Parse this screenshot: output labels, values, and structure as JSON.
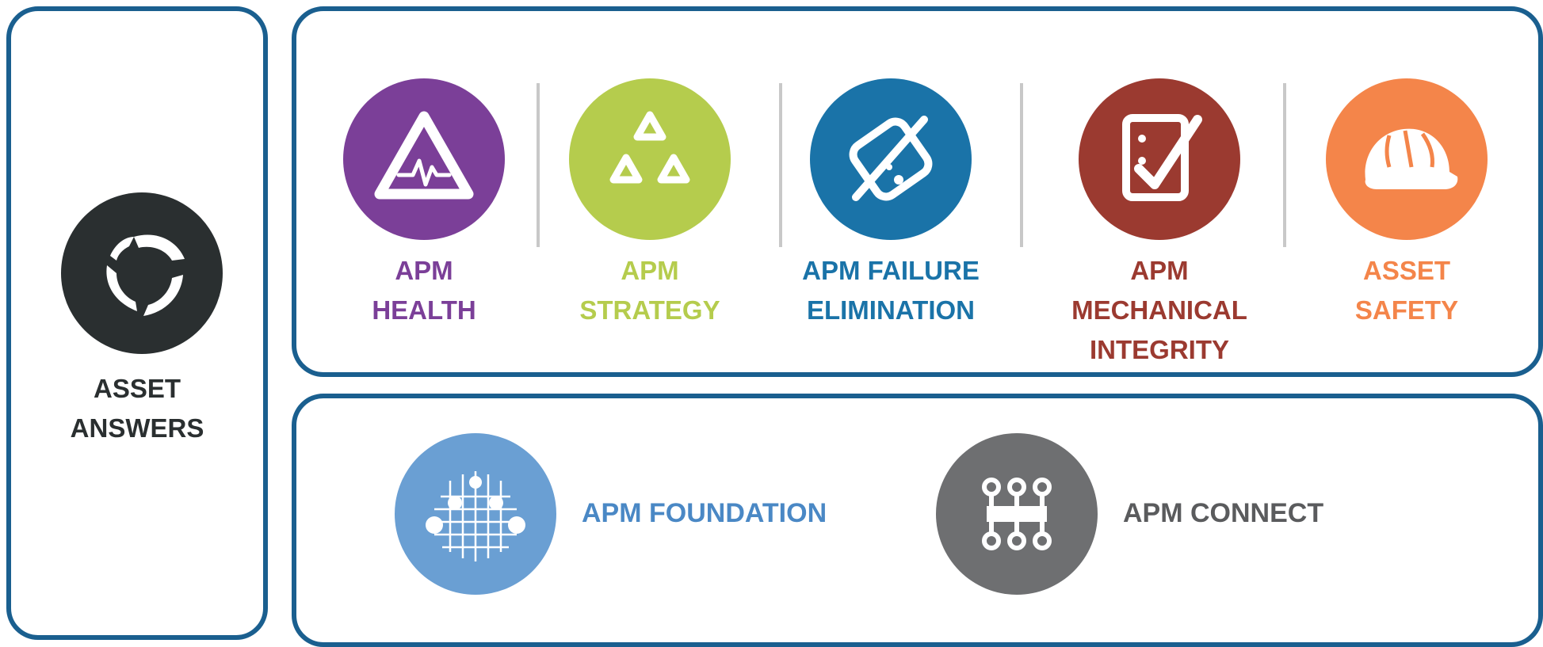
{
  "asset_answers": {
    "label": "ASSET\nANSWERS",
    "color": "#2a2f30",
    "icon": "cycle-arrows-icon"
  },
  "modules": [
    {
      "label": "APM\nHEALTH",
      "color": "#7b3f98",
      "icon": "warning-heartbeat-icon"
    },
    {
      "label": "APM\nSTRATEGY",
      "color": "#b5cc4d",
      "icon": "triangles-icon"
    },
    {
      "label": "APM FAILURE\nELIMINATION",
      "color": "#1a73a8",
      "icon": "broken-link-icon"
    },
    {
      "label": "APM\nMECHANICAL\nINTEGRITY",
      "color": "#9b3a30",
      "icon": "clipboard-check-icon"
    },
    {
      "label": "ASSET\nSAFETY",
      "color": "#f4854a",
      "icon": "hard-hat-icon"
    }
  ],
  "foundation": [
    {
      "label": "APM FOUNDATION",
      "color": "#6a9fd3",
      "text_color": "#4a88c5",
      "icon": "circuit-grid-icon"
    },
    {
      "label": "APM CONNECT",
      "color": "#6e6f71",
      "text_color": "#5a5b5d",
      "icon": "connector-icon"
    }
  ],
  "border_color": "#1a5f8f"
}
